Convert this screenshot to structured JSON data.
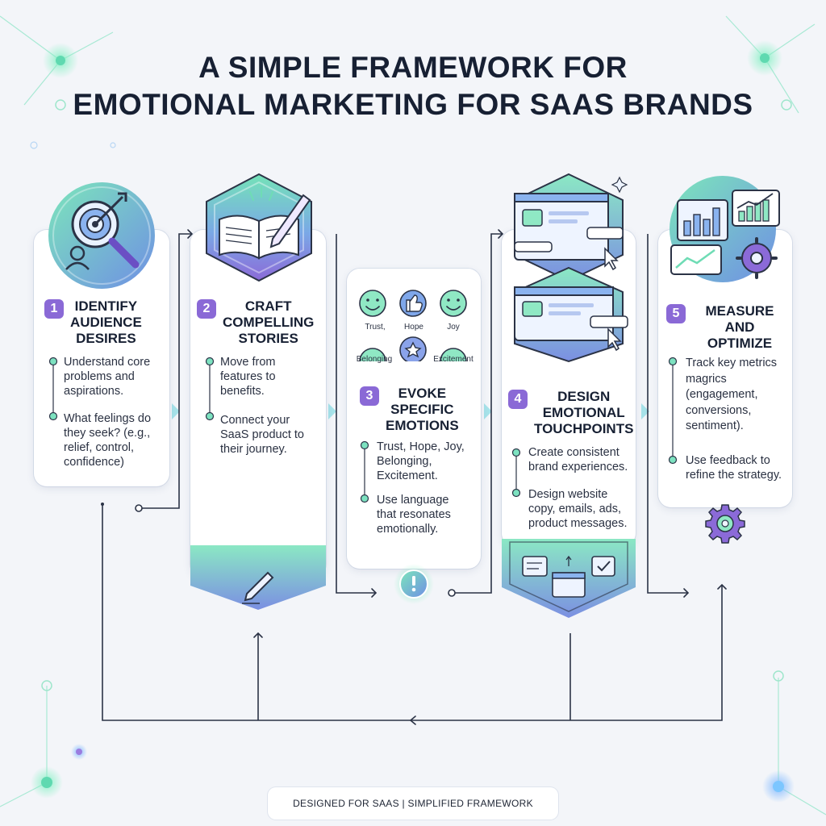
{
  "title": {
    "line1": "A SIMPLE FRAMEWORK FOR",
    "line2": "EMOTIONAL MARKETING FOR SAAS BRANDS"
  },
  "steps": [
    {
      "number": "1",
      "title": "IDENTIFY\nAUDIENCE\nDESIRES",
      "icon": "target-magnifier-icon",
      "bullets": [
        "Understand core\nproblems and\naspirations.",
        "What feelings do\nthey seek? (e.g.,\nrelief, control,\nconfidence)"
      ]
    },
    {
      "number": "2",
      "title": "CRAFT\nCOMPELLING\nSTORIES",
      "icon": "open-book-pen-icon",
      "bullets": [
        "Move from\nfeatures to\nbenefits.",
        "Connect your\nSaaS product to\ntheir journey."
      ]
    },
    {
      "number": "3",
      "title": "EVOKE\nSPECIFIC\nEMOTIONS",
      "icon": "emotion-faces-icon",
      "emotions": [
        "Trust,",
        "Hope",
        "Joy",
        "Belonging",
        "Excitement"
      ],
      "bullets": [
        "Trust, Hope, Joy,\nBelonging,\nExcitement.",
        "Use language\nthat resonates\nemotionally."
      ]
    },
    {
      "number": "4",
      "title": "DESIGN\nEMOTIONAL\nTOUCHPOINTS",
      "icon": "browser-window-icon",
      "bullets": [
        "Create consistent\nbrand experiences.",
        "Design website\ncopy, emails, ads,\nproduct messages."
      ]
    },
    {
      "number": "5",
      "title": "MEASURE\nAND OPTIMIZE",
      "icon": "analytics-dashboard-icon",
      "bullets": [
        "Track key metrics\nmagrics\n(engagement,\nconversions,\nsentiment).",
        "Use feedback to\nrefine the strategy."
      ]
    }
  ],
  "footer": "DESIGNED FOR SAAS | SIMPLIFIED FRAMEWORK",
  "colors": {
    "accent_purple": "#8a69d6",
    "accent_green": "#6fe0b0",
    "accent_blue": "#6a8fe0",
    "line": "#2b3346",
    "background": "#f3f5f9"
  }
}
